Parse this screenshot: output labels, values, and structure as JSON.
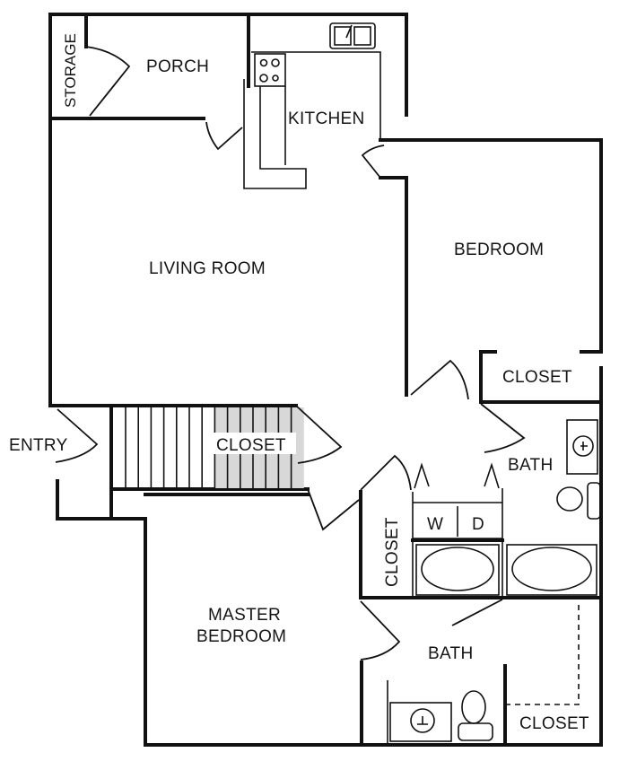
{
  "plan": {
    "type": "apartment floor plan",
    "rooms": {
      "storage": "STORAGE",
      "porch": "PORCH",
      "kitchen": "KITCHEN",
      "living_room": "LIVING ROOM",
      "bedroom": "BEDROOM",
      "bedroom_closet": "CLOSET",
      "entry": "ENTRY",
      "hall_closet": "CLOSET",
      "bath": "BATH",
      "laundry_closet": "CLOSET",
      "washer": "W",
      "dryer": "D",
      "master_bedroom_line1": "MASTER",
      "master_bedroom_line2": "BEDROOM",
      "master_bath": "BATH",
      "master_closet": "CLOSET"
    }
  }
}
